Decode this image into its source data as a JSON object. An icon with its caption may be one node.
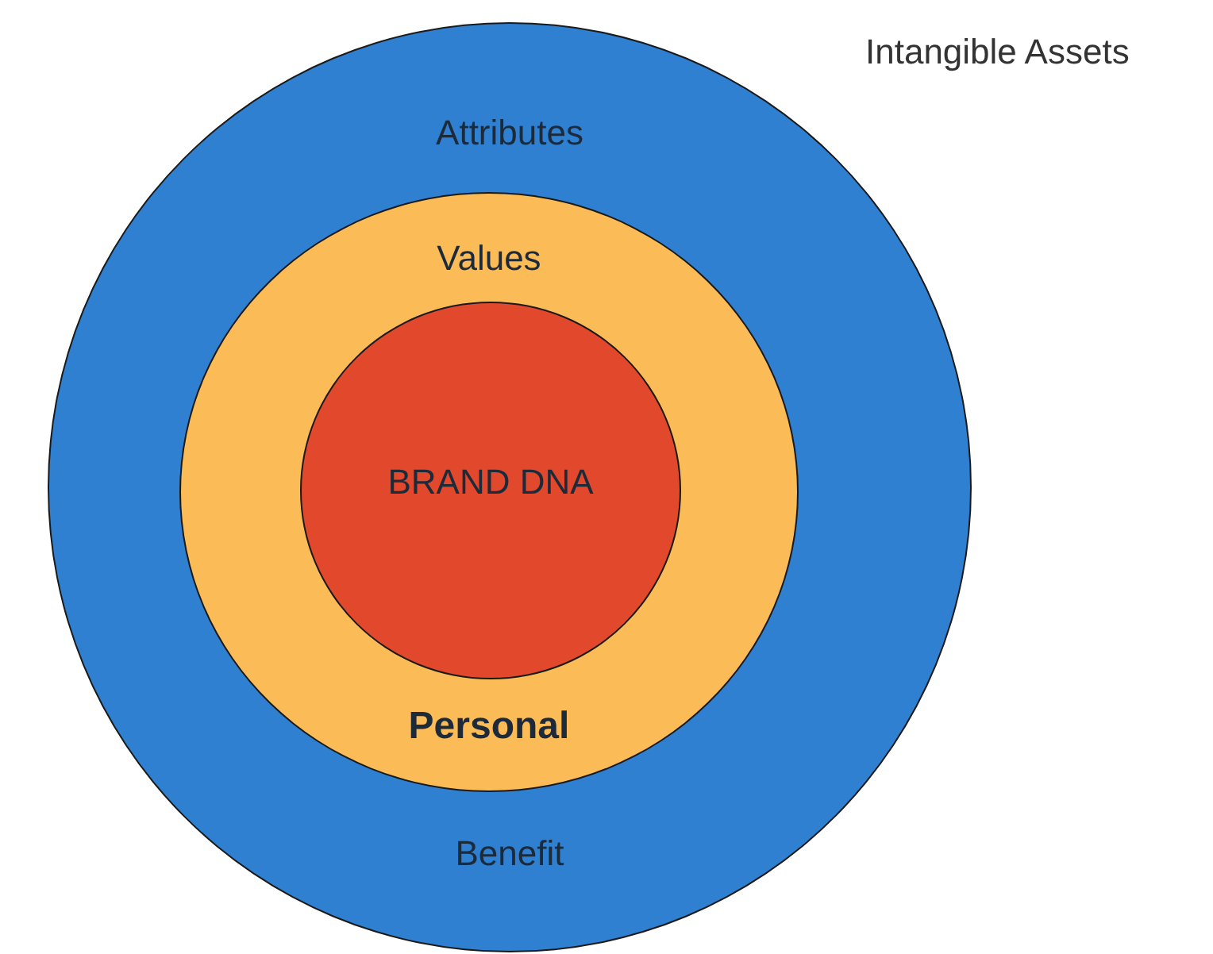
{
  "diagram": {
    "nodes": [
      {
        "text": [
          "Attributes",
          "Benefit"
        ]
      },
      {
        "text": [
          "Values",
          "Personal"
        ],
        "in": 0
      },
      {
        "text": [
          "BRAND DNA"
        ],
        "in": 1
      }
    ],
    "labels": [
      "Intangible Assets"
    ]
  }
}
